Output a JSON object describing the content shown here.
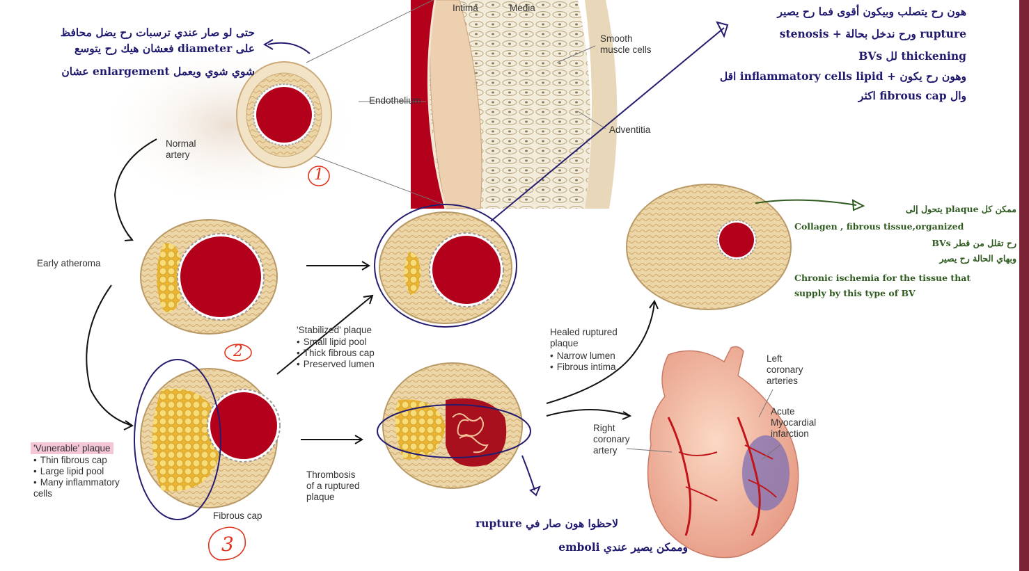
{
  "figure_labels": {
    "intima": "Intima",
    "media": "Media",
    "smooth_muscle": "Smooth\nmuscle cells",
    "endothelium": "Endothelium",
    "adventitia": "Adventitia",
    "normal_artery": "Normal\nartery",
    "early_atheroma": "Early atheroma",
    "stabilized_plaque": {
      "title": "'Stabilized' plaque",
      "items": [
        "Small lipid pool",
        "Thick fibrous cap",
        "Preserved lumen"
      ]
    },
    "vulnerable_plaque": {
      "title": "'Vunerable' plaque",
      "items": [
        "Thin fibrous cap",
        "Large lipid pool",
        "Many inflammatory\ncells"
      ]
    },
    "fibrous_cap": "Fibrous cap",
    "thrombosis": "Thrombosis\nof a ruptured\nplaque",
    "healed": {
      "title": "Healed ruptured\nplaque",
      "items": [
        "Narrow lumen",
        "Fibrous intima"
      ]
    },
    "left_coronary": "Left\ncoronary\narteries",
    "acute_mi": "Acute\nMyocardial\ninfarction",
    "right_coronary": "Right\ncoronary\nartery"
  },
  "annotations": {
    "note_top_left": [
      "حتى لو صار عندي ترسبات رح يضل محافظ",
      "على diameter فعشان هيك رح يتوسع",
      "شوي شوي ويعمل enlargement عشان"
    ],
    "note_top_right": [
      "هون رح يتصلب وبيكون أقوى فما رح يصير",
      "rupture ورح ندخل بحالة + stenosis",
      "thickening لل BVs",
      "وهون رح يكون + inflammatory cells lipid اقل",
      "وال fibrous cap اكثر"
    ],
    "note_right": [
      "ممكن كل plaque يتحول إلى",
      "Collagen , fibrous tissue,organized",
      "رح تقلل من قطر BVs",
      "وبهاي الحالة رح يصير",
      "Chronic ischemia for the tissue that",
      "supply by this type of BV"
    ],
    "note_bottom": [
      "لاحظوا هون صار في rupture",
      "وممكن يصير عندي emboli"
    ]
  },
  "handwritten_numbers": [
    "1",
    "2",
    "3"
  ],
  "colors": {
    "lumen": "#b3001b",
    "wall": "#e9d3a6",
    "lipid": "#f0c64a",
    "annotation_navy": "#1f1a6e",
    "annotation_green": "#2f5a1f",
    "handwritten_red": "#e0331c",
    "sidebar": "#7b2436"
  }
}
